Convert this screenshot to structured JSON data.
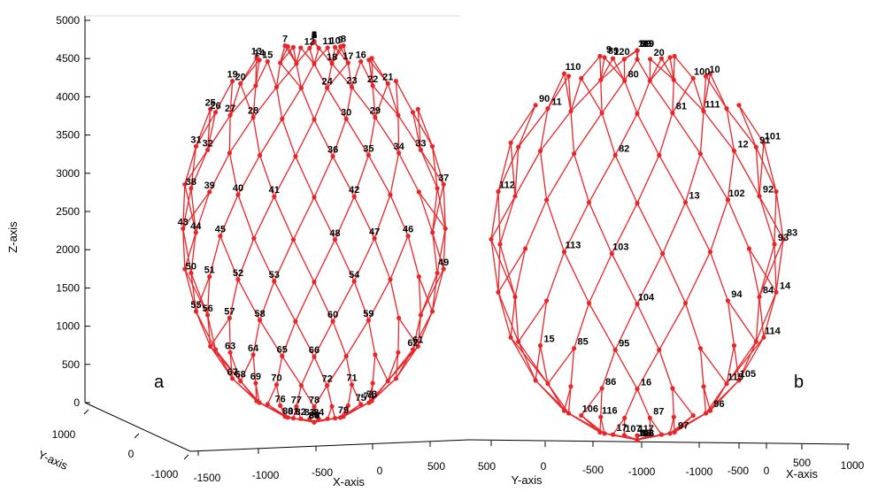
{
  "chart_data": {
    "type": "scatter",
    "projection": "3d-wireframe",
    "colors": {
      "mesh": "#e8262a",
      "axis": "#000000",
      "background": "#ffffff"
    },
    "z_axis": {
      "label": "Z-axis",
      "range": [
        0,
        5000
      ],
      "ticks": [
        "0",
        "500",
        "1000",
        "1500",
        "2000",
        "2500",
        "3000",
        "3500",
        "4000",
        "4500",
        "5000"
      ]
    },
    "y_axis_left": {
      "label": "Y-axis",
      "ticks": [
        "1000",
        "0",
        "-1000"
      ]
    },
    "x_axis_left": {
      "label": "X-axis",
      "ticks": [
        "-1500",
        "-1000",
        "-500",
        "0",
        "500"
      ]
    },
    "y_axis_right": {
      "label": "Y-axis",
      "ticks": [
        "500",
        "0",
        "-500",
        "-1000"
      ]
    },
    "x_axis_right": {
      "label": "X-axis",
      "ticks": [
        "-1000",
        "-500",
        "0",
        "500",
        "1000"
      ]
    },
    "panels": [
      {
        "label": "a",
        "nodes": [
          "1",
          "2",
          "3",
          "4",
          "5",
          "6",
          "7",
          "8",
          "9",
          "10",
          "11",
          "12",
          "13",
          "14",
          "15",
          "16",
          "17",
          "18",
          "19",
          "20",
          "21",
          "22",
          "23",
          "24",
          "25",
          "26",
          "27",
          "28",
          "29",
          "30",
          "31",
          "32",
          "33",
          "34",
          "35",
          "36",
          "37",
          "38",
          "39",
          "40",
          "41",
          "42",
          "43",
          "44",
          "45",
          "46",
          "47",
          "48",
          "49",
          "50",
          "51",
          "52",
          "53",
          "54",
          "55",
          "56",
          "57",
          "58",
          "59",
          "60",
          "61",
          "62",
          "63",
          "64",
          "65",
          "66",
          "67",
          "68",
          "69",
          "70",
          "71",
          "72",
          "73",
          "74",
          "75",
          "76",
          "77",
          "78",
          "79",
          "80",
          "81",
          "82",
          "83",
          "84",
          "85",
          "86",
          "87",
          "88",
          "89",
          "90"
        ]
      },
      {
        "label": "b",
        "nodes": [
          "119",
          "109",
          "19",
          "99",
          "9",
          "89",
          "120",
          "20",
          "110",
          "10",
          "100",
          "80",
          "90",
          "11",
          "111",
          "81",
          "101",
          "91",
          "12",
          "82",
          "112",
          "92",
          "102",
          "13",
          "83",
          "93",
          "113",
          "103",
          "14",
          "84",
          "94",
          "104",
          "114",
          "15",
          "85",
          "95",
          "105",
          "115",
          "86",
          "16",
          "96",
          "106",
          "116",
          "87",
          "97",
          "17",
          "107",
          "117",
          "18",
          "88",
          "108",
          "118"
        ]
      }
    ]
  }
}
